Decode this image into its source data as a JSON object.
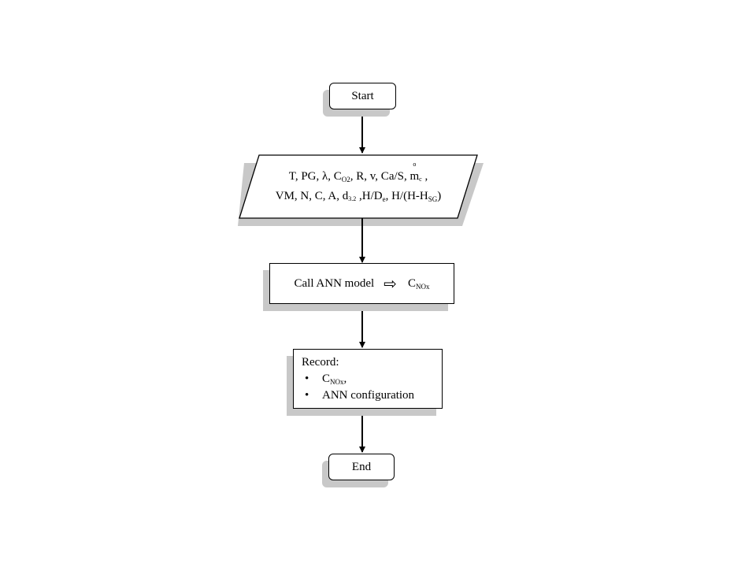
{
  "flowchart": {
    "start": "Start",
    "inputs": {
      "line1": {
        "a": "T, PG, λ, C",
        "a_sub": "O2",
        "b": ", R, v, Ca/S, ",
        "m": "m",
        "m_ring": "o",
        "m_sub": "c",
        "c": " ,"
      },
      "line2": {
        "a": "VM, N, C, A, ",
        "d": "d",
        "d_sub": "3.2",
        "b": " ,H/D",
        "b_sub": "e",
        "c": ", H/(H-H",
        "c_sub": "SG",
        "e": ")"
      }
    },
    "process": {
      "label": "Call ANN model",
      "arrow": "⇨",
      "output": "C",
      "output_sub": "NOx"
    },
    "record": {
      "title": "Record:",
      "bullet": "•",
      "item1": "C",
      "item1_sub": "NOx",
      "item1_suffix": ",",
      "item2": "ANN configuration"
    },
    "end": "End"
  }
}
